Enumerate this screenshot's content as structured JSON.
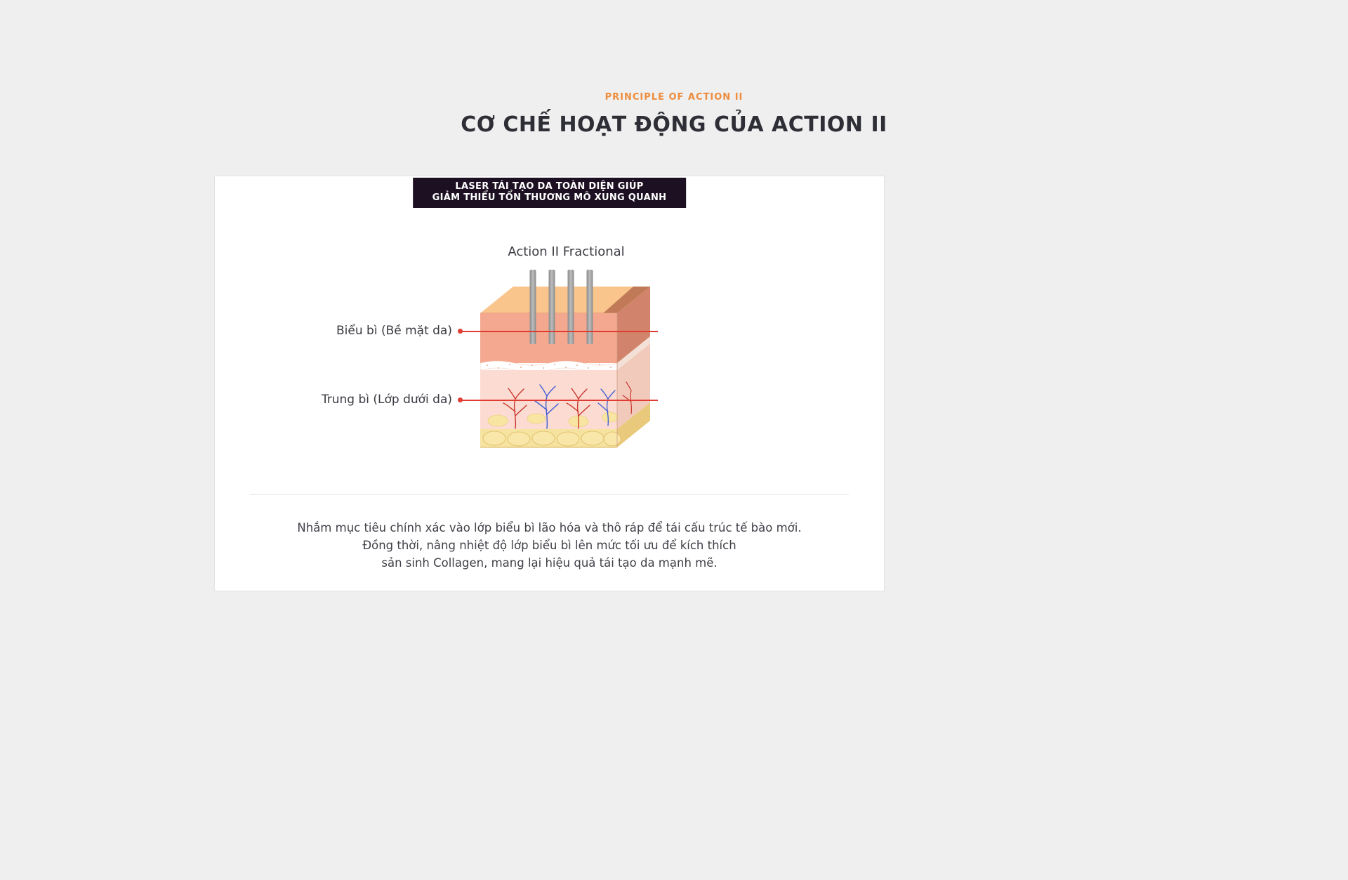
{
  "header": {
    "eyebrow": "PRINCIPLE OF ACTION II",
    "title": "CƠ CHẾ HOẠT ĐỘNG CỦA ACTION II"
  },
  "card": {
    "badge": {
      "line1": "LASER TÁI TẠO DA TOÀN DIỆN GIÚP",
      "line2": "GIẢM THIỂU TỔN THƯƠNG MÔ XUNG QUANH"
    },
    "diagram": {
      "title": "Action II Fractional",
      "labels": {
        "epidermis": "Biểu bì (Bề mặt da)",
        "dermis": "Trung bì (Lớp dưới da)"
      }
    },
    "description": {
      "line1": "Nhắm mục tiêu chính xác vào lớp biểu bì lão hóa và thô ráp để tái cấu trúc tế bào mới.",
      "line2": "Đồng thời, nâng nhiệt độ lớp biểu bì lên mức tối ưu để kích thích",
      "line3": "sản sinh Collagen, mang lại hiệu quả tái tạo da mạnh mẽ."
    }
  },
  "colors": {
    "page_bg": "#EFEFEF",
    "accent_orange": "#ED8D3D",
    "title_dark": "#2E2E36",
    "badge_bg": "#1C1022",
    "leader_red": "#E03C31",
    "epidermis_pink": "#F5A890",
    "dermis_pink": "#FCDCD2",
    "fat_yellow": "#F6E3A0",
    "laser_gray": "#9C9C9C"
  }
}
